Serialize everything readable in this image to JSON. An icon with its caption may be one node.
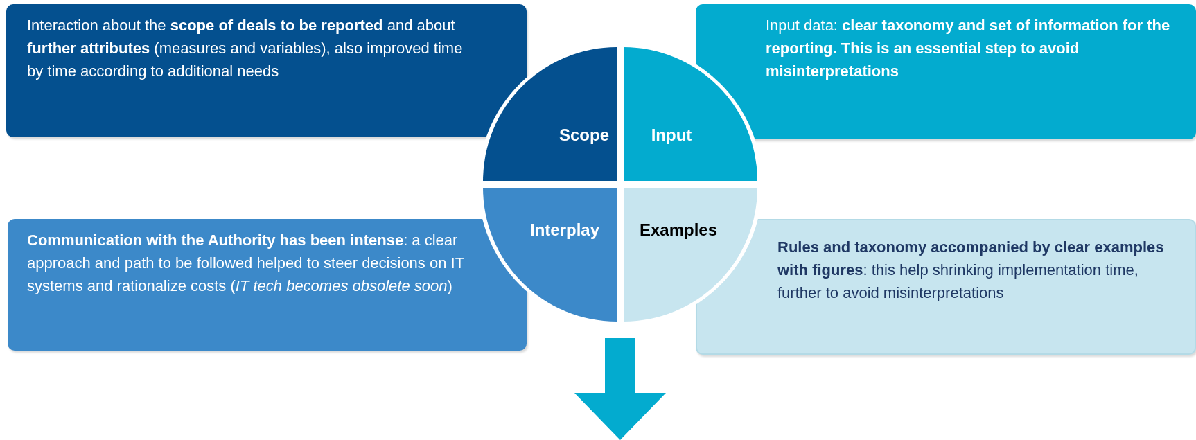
{
  "diagram": {
    "nodes": [
      {
        "text": [
          "Interaction about the **scope of deals to be reported** and about **further attributes** (measures and variables), also improved time by time according to additional needs"
        ]
      },
      {
        "text": [
          "Input data: **clear taxonomy and set of information for the reporting. This is an essential step to avoid misinterpretations**"
        ]
      },
      {
        "text": [
          "**Communication with the Authority has been intense**: a clear approach and path to be followed helped to steer decisions on IT systems and rationalize costs (*IT tech becomes obsolete soon*)"
        ]
      },
      {
        "text": [
          "**Rules and taxonomy accompanied by clear examples with figures**: this help shrinking implementation time, further to avoid misinterpretations"
        ]
      },
      {
        "text": [],
        "shape": "circle"
      },
      {
        "text": [
          "Scope"
        ],
        "in": 4
      },
      {
        "text": [
          "Input"
        ],
        "in": 4
      },
      {
        "text": [
          "Interplay"
        ],
        "in": 4
      },
      {
        "text": [
          "Examples"
        ],
        "in": 4
      }
    ]
  }
}
